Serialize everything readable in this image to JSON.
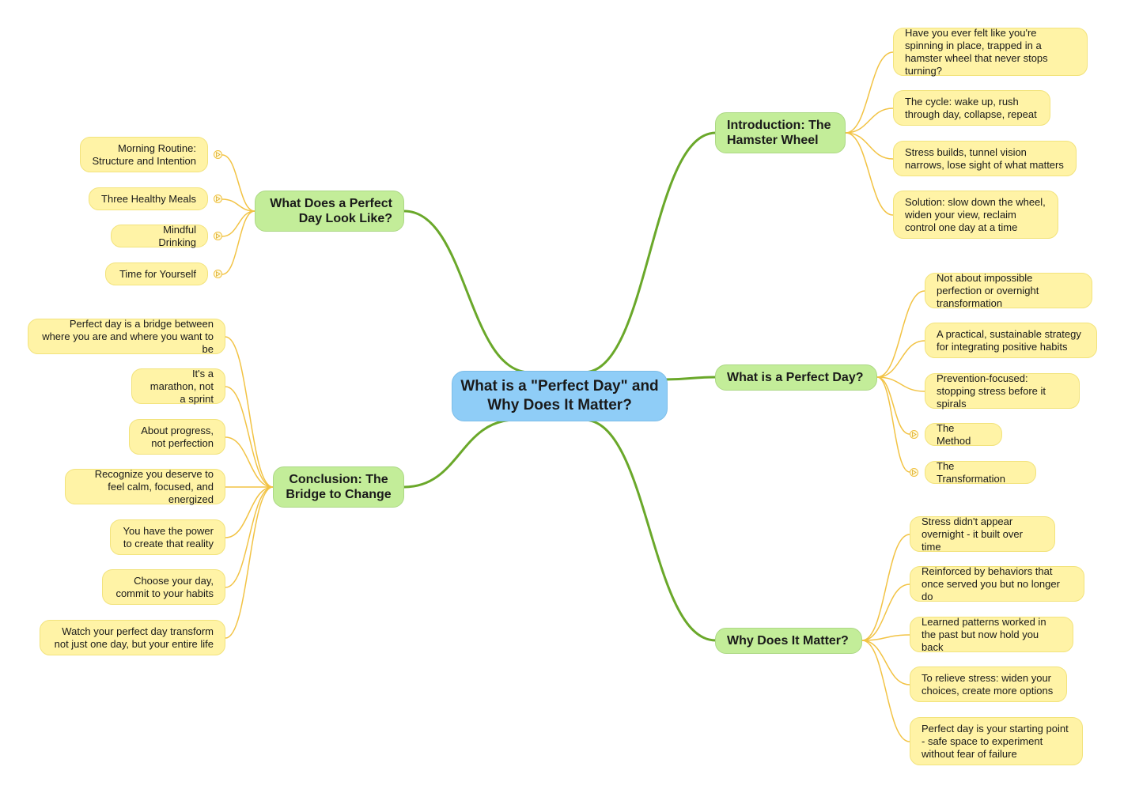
{
  "colors": {
    "root_fill": "#8fcdf7",
    "branch_fill": "#c3ed99",
    "leaf_fill": "#fff3a6",
    "branch_line": "#6aa82a",
    "leaf_line": "#f2c344"
  },
  "root": {
    "title": "What is a \"Perfect Day\" and Why Does It Matter?"
  },
  "branches": {
    "intro": {
      "title": "Introduction: The Hamster Wheel",
      "items": [
        "Have you ever felt like you're spinning in place, trapped in a hamster wheel that never stops turning?",
        "The cycle: wake up, rush through day, collapse, repeat",
        "Stress builds, tunnel vision narrows, lose sight of what matters",
        "Solution: slow down the wheel, widen your view, reclaim control one day at a time"
      ]
    },
    "what_is": {
      "title": "What is a Perfect Day?",
      "items": [
        "Not about impossible perfection or overnight transformation",
        "A practical, sustainable strategy for integrating positive habits",
        "Prevention-focused: stopping stress before it spirals",
        "The Method",
        "The Transformation"
      ]
    },
    "why": {
      "title": "Why Does It Matter?",
      "items": [
        "Stress didn't appear overnight - it built over time",
        "Reinforced by behaviors that once served you but no longer do",
        "Learned patterns worked in the past but now hold you back",
        "To relieve stress: widen your choices, create more options",
        "Perfect day is your starting point - safe space to experiment without fear of failure"
      ]
    },
    "look_like": {
      "title": "What Does a Perfect Day Look Like?",
      "items": [
        "Morning Routine: Structure and Intention",
        "Three Healthy Meals",
        "Mindful Drinking",
        "Time for Yourself"
      ]
    },
    "conclusion": {
      "title": "Conclusion: The Bridge to Change",
      "items": [
        "Perfect day is a bridge between where you are and where you want to be",
        "It's a marathon, not a sprint",
        "About progress, not perfection",
        "Recognize you deserve to feel calm, focused, and energized",
        "You have the power to create that reality",
        "Choose your day, commit to your habits",
        "Watch your perfect day transform not just one day, but your entire life"
      ]
    }
  }
}
